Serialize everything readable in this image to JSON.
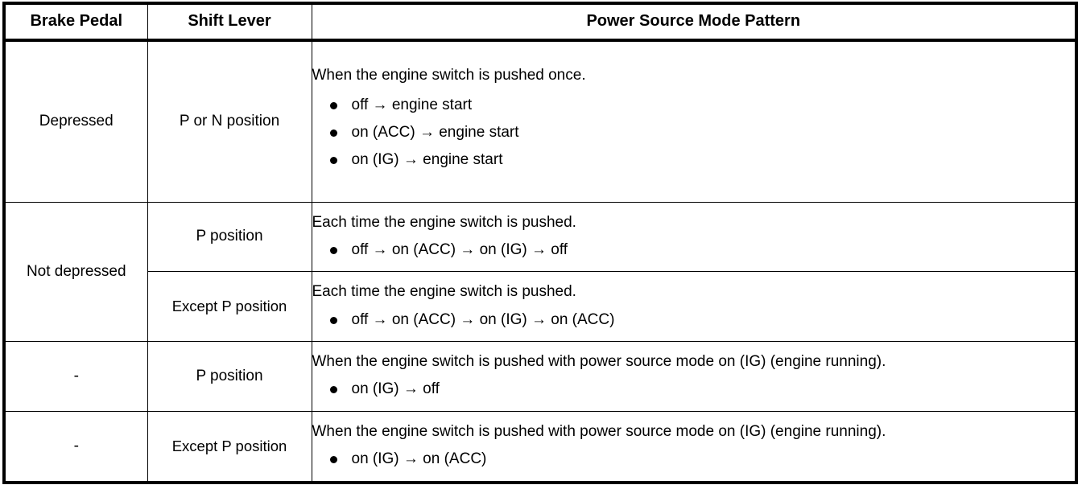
{
  "table": {
    "headers": {
      "brake_pedal": "Brake Pedal",
      "shift_lever": "Shift Lever",
      "power_source_mode_pattern": "Power Source Mode Pattern"
    },
    "rows": [
      {
        "brake_pedal": "Depressed",
        "shift_lever": "P or N position",
        "description": "When the engine switch is pushed once.",
        "modes": [
          "off → engine start",
          "on (ACC) → engine start",
          "on (IG) → engine start"
        ]
      },
      {
        "brake_pedal": "Not depressed",
        "shift_lever": "P position",
        "description": "Each time the engine switch is pushed.",
        "modes": [
          "off → on (ACC) → on (IG) → off"
        ]
      },
      {
        "brake_pedal": "",
        "shift_lever": "Except P position",
        "description": "Each time the engine switch is pushed.",
        "modes": [
          "off → on (ACC) → on (IG) → on (ACC)"
        ]
      },
      {
        "brake_pedal": "-",
        "shift_lever": "P position",
        "description": "When the engine switch is pushed with power source mode on (IG) (engine running).",
        "modes": [
          "on (IG) → off"
        ]
      },
      {
        "brake_pedal": "-",
        "shift_lever": "Except P position",
        "description": "When the engine switch is pushed with power source mode on (IG) (engine running).",
        "modes": [
          "on (IG) → on (ACC)"
        ]
      }
    ]
  },
  "colors": {
    "border": "#000000",
    "text": "#000000",
    "background": "#ffffff"
  }
}
